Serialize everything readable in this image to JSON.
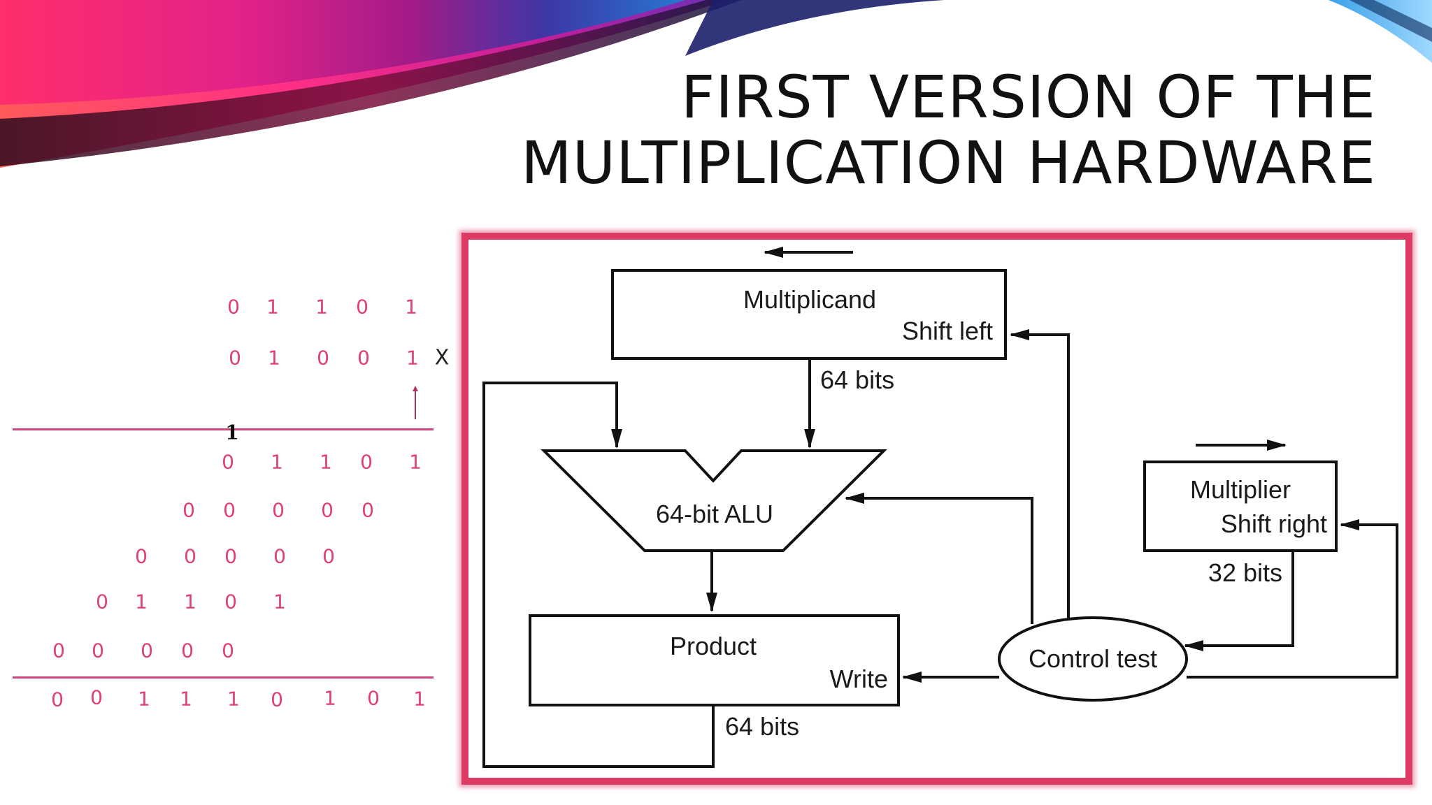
{
  "slide": {
    "title_line1": "FIRST VERSION OF THE",
    "title_line2": "MULTIPLICATION HARDWARE"
  },
  "arithmetic": {
    "multiplicand": [
      "0",
      "1",
      "1",
      "0",
      "1"
    ],
    "multiplier": [
      "0",
      "1",
      "0",
      "0",
      "1"
    ],
    "times_sign": "X",
    "carry": "1",
    "partial_1": [
      "0",
      "1",
      "1",
      "0",
      "1"
    ],
    "partial_2": [
      "0",
      "0",
      "0",
      "0",
      "0"
    ],
    "partial_3": [
      "0",
      "0",
      "0",
      "0",
      "0"
    ],
    "partial_4": [
      "0",
      "1",
      "1",
      "0",
      "1"
    ],
    "partial_5": [
      "0",
      "0",
      "0",
      "0",
      "0"
    ],
    "result": [
      "0",
      "0",
      "1",
      "1",
      "1",
      "0",
      "1",
      "0",
      "1"
    ]
  },
  "diagram": {
    "multiplicand_label": "Multiplicand",
    "multiplicand_action": "Shift left",
    "multiplicand_bits": "64 bits",
    "alu_label": "64-bit ALU",
    "product_label": "Product",
    "product_action": "Write",
    "product_bits": "64 bits",
    "multiplier_label": "Multiplier",
    "multiplier_action": "Shift right",
    "multiplier_bits": "32 bits",
    "control_label": "Control test"
  },
  "colors": {
    "accent_pink": "#e0407a",
    "frame_red": "#dc3a63"
  }
}
